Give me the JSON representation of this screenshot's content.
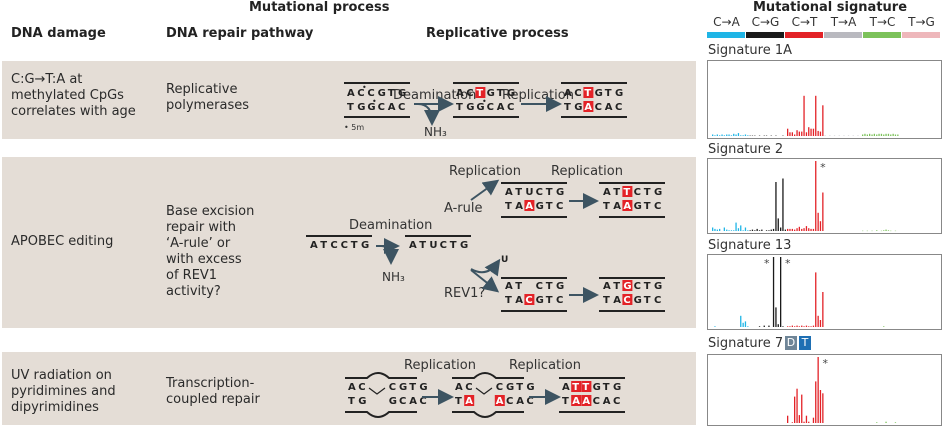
{
  "header": {
    "mutational_process": "Mutational process",
    "dna_damage": "DNA damage",
    "dna_repair_pathway": "DNA repair pathway",
    "replicative_process": "Replicative process",
    "mutational_signature": "Mutational signature"
  },
  "legend": [
    {
      "label": "C→A",
      "color": "#1fb5e6"
    },
    {
      "label": "C→G",
      "color": "#1a1a1a"
    },
    {
      "label": "C→T",
      "color": "#e32227"
    },
    {
      "label": "T→A",
      "color": "#b9b9bf"
    },
    {
      "label": "T→C",
      "color": "#7cc25a"
    },
    {
      "label": "T→G",
      "color": "#eeb7bb"
    }
  ],
  "rows": [
    {
      "damage": [
        "C:G→T:A at",
        "methylated CpGs",
        "correlates with age"
      ],
      "repair": [
        "Replicative",
        "polymerases"
      ],
      "steps": [
        "Deamination",
        "Replication"
      ],
      "byproduct": "NH₃",
      "note": "• 5m",
      "seqs": [
        {
          "top": "ACᶜCGTG",
          "bottom": "TGGᶜCAC"
        },
        {
          "top": "ACTGTG",
          "bottom": "TGGᶜCAC"
        },
        {
          "top": "ACTGTG",
          "bottom": "TGACAC"
        }
      ],
      "signature": "Signature 1A"
    },
    {
      "damage": [
        "APOBEC editing"
      ],
      "repair": [
        "Base excision",
        "repair with",
        "‘A-rule’ or",
        "with excess",
        "of REV1",
        "activity?"
      ],
      "steps": [
        "Deamination",
        "Replication",
        "Replication"
      ],
      "byproduct": "NH₃",
      "branch_a": "A-rule",
      "branch_b": "REV1?",
      "uracil": "U",
      "seqs": [
        {
          "top": "ATCCTG"
        },
        {
          "top": "ATUCTG"
        },
        {
          "top": "ATUCTG",
          "bottom": "TAAGTC"
        },
        {
          "top": "ATTCTG",
          "bottom": "TAAGTC"
        },
        {
          "top": "AT CTG",
          "bottom": "TACGTC"
        },
        {
          "top": "ATGCTG",
          "bottom": "TACGTC"
        }
      ],
      "signatures": [
        "Signature 2",
        "Signature 13"
      ]
    },
    {
      "damage": [
        "UV radiation on",
        "pyridimines and",
        "dipyrimidines"
      ],
      "repair": [
        "Transcription-",
        "coupled repair"
      ],
      "steps": [
        "Replication",
        "Replication"
      ],
      "seqs": [
        {
          "top": "AC  CGTG",
          "bottom": "TG  GCAC"
        },
        {
          "top": "AC  CGTG",
          "bottom": "TA  ACAC"
        },
        {
          "top": "ATTGTG",
          "bottom": "TAACAC"
        }
      ],
      "signature": "Signature 7",
      "badges": [
        "D",
        "T"
      ]
    }
  ],
  "asterisk": "*",
  "chart_data": [
    {
      "type": "bar",
      "title": "Signature 1A",
      "series_order": [
        "C>A",
        "C>G",
        "C>T",
        "T>A",
        "T>C",
        "T>G"
      ],
      "categories_per_class": 16,
      "values": {
        "C>A": [
          2,
          1,
          2,
          1,
          2,
          1,
          2,
          2,
          1,
          3,
          2,
          4,
          1,
          1,
          2,
          1
        ],
        "C>G": [
          0.5,
          0.5,
          0.5,
          0,
          0.5,
          0,
          0.5,
          0.5,
          0,
          0.5,
          0,
          0.5,
          0,
          0,
          0.5,
          0
        ],
        "C>T": [
          10,
          5,
          5,
          2,
          8,
          6,
          6,
          55,
          5,
          12,
          10,
          10,
          55,
          7,
          6,
          42
        ],
        "T>A": [
          0.5,
          0,
          0.5,
          0,
          0.5,
          0,
          0.5,
          0,
          0.5,
          0,
          0.5,
          0,
          0.5,
          0,
          0.5,
          0
        ],
        "T>C": [
          2,
          3,
          2,
          3,
          2,
          3,
          2,
          3,
          3,
          2,
          3,
          3,
          2,
          3,
          2,
          2
        ],
        "T>G": [
          0,
          0,
          0,
          0,
          0,
          0,
          0,
          0,
          0,
          0,
          0,
          0,
          0,
          0,
          0,
          0
        ]
      },
      "ylim": [
        0,
        100
      ]
    },
    {
      "type": "bar",
      "title": "Signature 2",
      "values": {
        "C>A": [
          5,
          3,
          2,
          3,
          0,
          5,
          2,
          1,
          1,
          1,
          12,
          4,
          8,
          1,
          5,
          1
        ],
        "C>G": [
          1,
          2,
          1,
          3,
          1,
          2,
          0,
          1,
          1,
          2,
          3,
          70,
          18,
          5,
          75,
          2
        ],
        "C>T": [
          3,
          3,
          3,
          2,
          4,
          6,
          3,
          4,
          7,
          4,
          3,
          3,
          100,
          26,
          14,
          55
        ],
        "T>A": [
          0,
          0,
          0,
          0,
          0,
          0,
          0,
          0,
          0,
          0,
          0,
          0,
          0,
          0,
          0,
          0
        ],
        "T>C": [
          0.5,
          0,
          0.5,
          0,
          0.5,
          0,
          1,
          0,
          0.5,
          1,
          2,
          1,
          0.5,
          0,
          0.5,
          0
        ],
        "T>G": [
          0,
          0,
          0,
          0,
          0,
          0,
          0,
          0,
          0,
          0,
          0,
          0,
          0,
          0,
          0,
          0
        ]
      },
      "annotations": [
        "* on dominant C>T peak (clipped)"
      ],
      "ylim": [
        0,
        100
      ]
    },
    {
      "type": "bar",
      "title": "Signature 13",
      "values": {
        "C>A": [
          0,
          1,
          0,
          0,
          0,
          0,
          0,
          0,
          0,
          0,
          0,
          0,
          16,
          6,
          8,
          1
        ],
        "C>G": [
          0,
          0,
          0,
          0,
          1,
          0,
          2,
          0,
          2,
          0,
          100,
          28,
          4,
          100,
          1,
          0
        ],
        "C>T": [
          1,
          1,
          2,
          1,
          2,
          1,
          2,
          1,
          2,
          1,
          1,
          2,
          78,
          16,
          10,
          50
        ],
        "T>A": [
          0,
          0,
          0,
          0,
          0,
          0,
          0,
          0,
          0,
          0,
          0,
          0,
          0,
          0,
          0,
          0
        ],
        "T>C": [
          0,
          0,
          0,
          0,
          0,
          0,
          0,
          0,
          0,
          1,
          0,
          0,
          0,
          0,
          0,
          0
        ],
        "T>G": [
          0,
          0,
          0,
          0,
          0,
          0,
          0,
          0,
          0,
          0,
          0,
          0,
          0,
          0,
          0,
          0
        ]
      },
      "annotations": [
        "* on two dominant C>G peaks (clipped)"
      ],
      "ylim": [
        0,
        100
      ]
    },
    {
      "type": "bar",
      "title": "Signature 7",
      "values": {
        "C>A": [
          0,
          0,
          0,
          0,
          0,
          0,
          0,
          0,
          0,
          0,
          0,
          0,
          0,
          0,
          0,
          0
        ],
        "C>G": [
          0,
          0,
          0,
          0,
          0,
          0,
          0,
          0,
          0,
          0,
          0,
          0,
          0,
          0,
          0,
          0
        ],
        "C>T": [
          11,
          0,
          1,
          40,
          52,
          12,
          43,
          2,
          11,
          2,
          0,
          8,
          63,
          100,
          50,
          45
        ],
        "T>A": [
          0,
          0,
          0,
          0,
          0,
          0,
          0,
          0,
          0,
          0,
          0,
          0,
          0,
          0,
          0,
          0
        ],
        "T>C": [
          0,
          0,
          0,
          0,
          0,
          0,
          1,
          0,
          0,
          0,
          2,
          0,
          0,
          0,
          1,
          0
        ],
        "T>G": [
          0,
          0,
          0,
          0,
          0,
          0,
          0,
          0,
          0,
          0,
          0,
          0,
          0,
          0,
          0,
          0
        ]
      },
      "annotations": [
        "* on dominant C>T peak (clipped)"
      ],
      "ylim": [
        0,
        100
      ]
    }
  ]
}
